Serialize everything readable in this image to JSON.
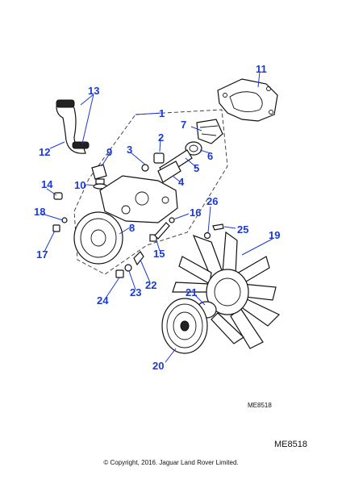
{
  "diagram": {
    "drawing_ref": "ME8518",
    "catalog_ref": "ME8518",
    "copyright": "© Copyright, 2016. Jaguar Land Rover Limited.",
    "callouts": [
      "1",
      "2",
      "3",
      "4",
      "5",
      "6",
      "7",
      "8",
      "9",
      "10",
      "11",
      "12",
      "13",
      "14",
      "15",
      "16",
      "17",
      "18",
      "19",
      "20",
      "21",
      "22",
      "23",
      "24",
      "25",
      "26"
    ],
    "callout_color": "#1a3ad6"
  }
}
